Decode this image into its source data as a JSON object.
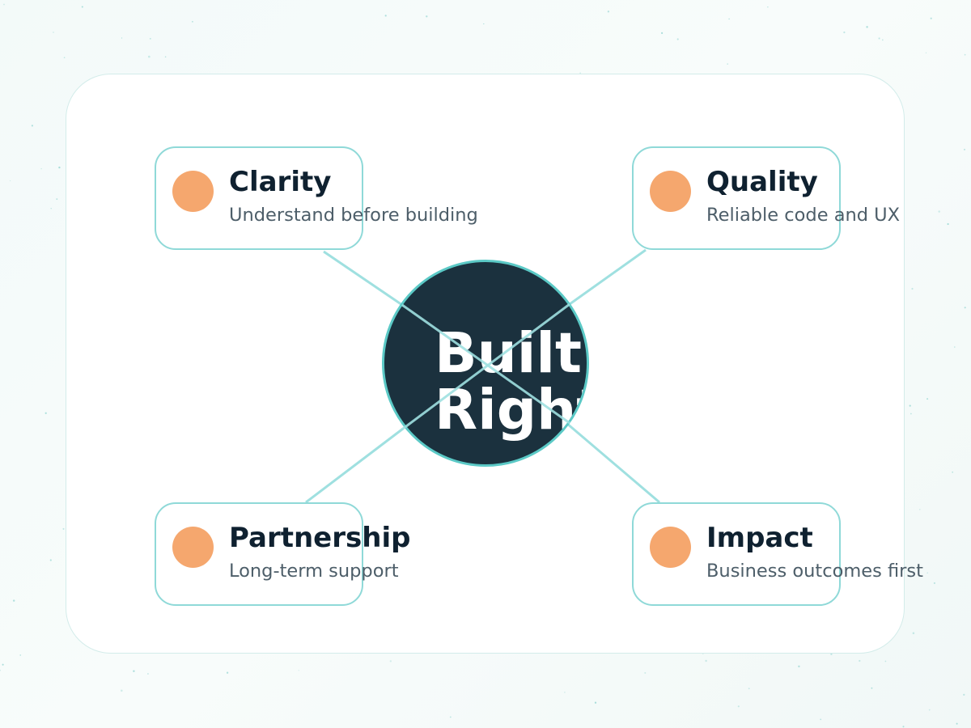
{
  "hub": {
    "label": "Built\nRight"
  },
  "nodes": [
    {
      "title": "Clarity",
      "subtitle": "Understand before building"
    },
    {
      "title": "Quality",
      "subtitle": "Reliable code and UX"
    },
    {
      "title": "Partnership",
      "subtitle": "Long-term support"
    },
    {
      "title": "Impact",
      "subtitle": "Business outcomes first"
    }
  ],
  "colors": {
    "hub_fill": "#1b313e",
    "hub_border": "#5bc9c6",
    "node_border": "#8fd9d8",
    "node_dot": "#f5a76e",
    "connector": "#9fe0e0",
    "title_text": "#0f2130",
    "subtitle_text": "#4d5e69"
  }
}
